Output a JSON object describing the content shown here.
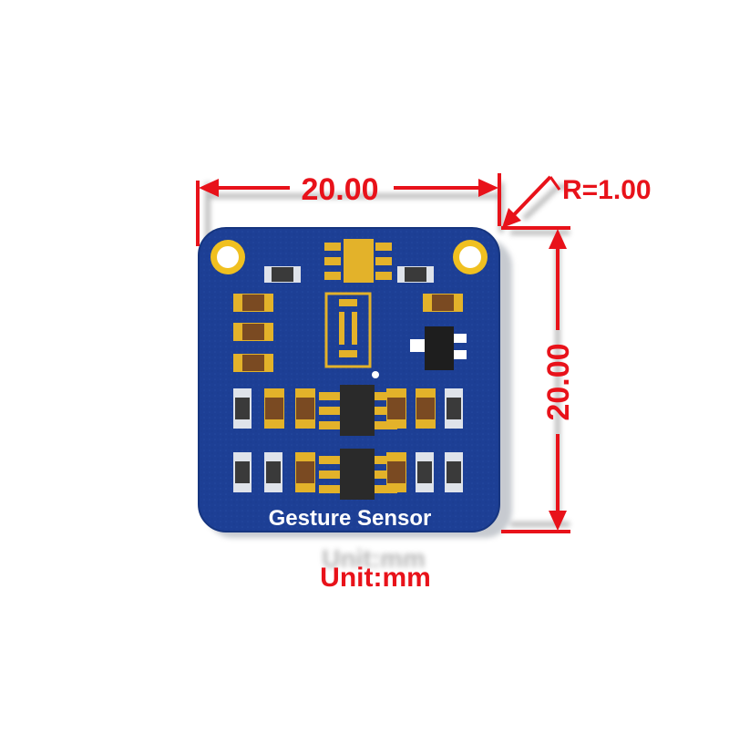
{
  "drawing": {
    "width_label": "20.00",
    "height_label": "20.00",
    "radius_label": "R=1.00",
    "unit_label": "Unit:mm"
  },
  "board": {
    "silkscreen_label": "Gesture Sensor",
    "pcb_color": "#1c3f94",
    "pad_color": "#e3b22a",
    "hole_ring_color": "#f0c020"
  },
  "colors": {
    "dimension": "#e8121a",
    "background": "#ffffff"
  }
}
